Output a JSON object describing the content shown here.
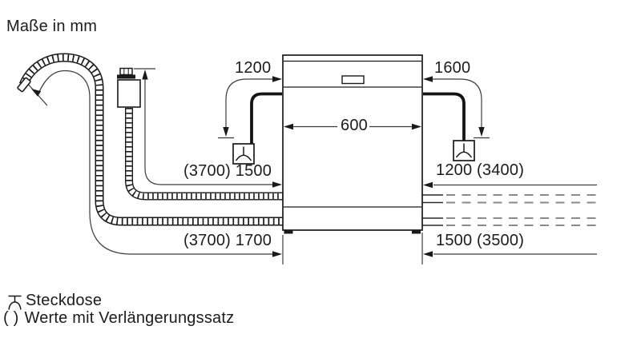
{
  "title": "Maße in mm",
  "dimensions": {
    "cable_left": "1200",
    "cable_right": "1600",
    "appliance_width": "600",
    "supply_hose_length": "(3700) 1500",
    "drain_hose_length": "(3700) 1700",
    "right_supply_clearance": "1200 (3400)",
    "right_drain_clearance": "1500 (3500)"
  },
  "legend": {
    "socket_label": "Steckdose",
    "extension_prefix": "( )",
    "extension_label": "Werte mit Verlängerungssatz"
  },
  "colors": {
    "line": "#1a1a1a",
    "dimension_line": "#3c3c3c",
    "dashed_hose": "#8a8a8a"
  }
}
